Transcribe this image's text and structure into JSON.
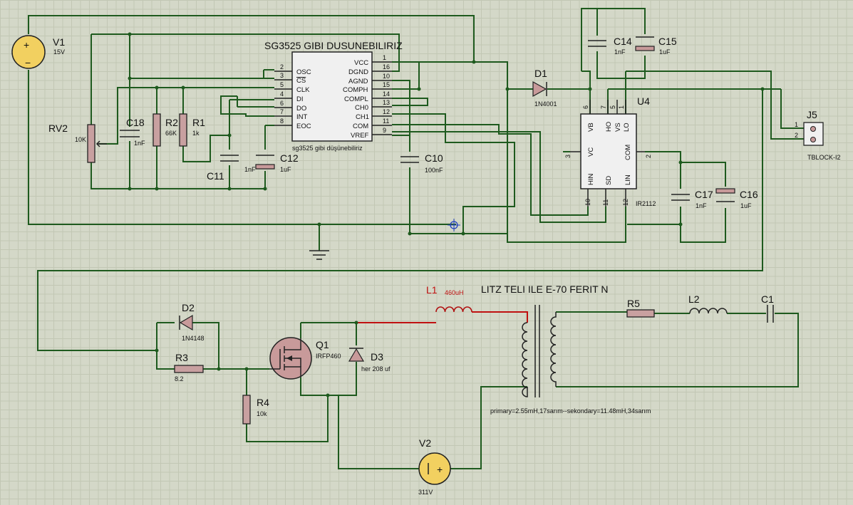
{
  "ic1": {
    "title": "SG3525 GIBI DUSUNEBILIRIZ",
    "caption": "sg3525 gibi düşünebiliriz",
    "left_pins": [
      {
        "num": "2",
        "name": "OSC"
      },
      {
        "num": "3",
        "name": "CS"
      },
      {
        "num": "5",
        "name": "CLK"
      },
      {
        "num": "4",
        "name": "DI"
      },
      {
        "num": "6",
        "name": "DO"
      },
      {
        "num": "7",
        "name": "INT"
      },
      {
        "num": "8",
        "name": "EOC"
      }
    ],
    "right_pins": [
      {
        "num": "1",
        "name": "VCC"
      },
      {
        "num": "16",
        "name": "DGND"
      },
      {
        "num": "10",
        "name": "AGND"
      },
      {
        "num": "15",
        "name": "COMPH"
      },
      {
        "num": "14",
        "name": "COMPL"
      },
      {
        "num": "13",
        "name": "CH0"
      },
      {
        "num": "12",
        "name": "CH1"
      },
      {
        "num": "11",
        "name": "COM"
      },
      {
        "num": "9",
        "name": "VREF"
      }
    ]
  },
  "u4": {
    "ref": "U4",
    "part": "IR2112",
    "pins": {
      "vb": {
        "num": "6",
        "name": "VB"
      },
      "ho": {
        "num": "7",
        "name": "HO"
      },
      "vs": {
        "num": "5",
        "name": "VS"
      },
      "lo": {
        "num": "1",
        "name": "LO"
      },
      "vc": {
        "num": "3",
        "name": "VC"
      },
      "com": {
        "num": "2",
        "name": "COM"
      },
      "hin": {
        "num": "10",
        "name": "HIN"
      },
      "sd": {
        "num": "11",
        "name": "SD"
      },
      "lin": {
        "num": "12",
        "name": "LIN"
      }
    }
  },
  "components": {
    "v1": {
      "ref": "V1",
      "value": "15V"
    },
    "rv2": {
      "ref": "RV2",
      "value": "10K"
    },
    "c18": {
      "ref": "C18",
      "value": "1nF"
    },
    "r2": {
      "ref": "R2",
      "value": "66K"
    },
    "r1": {
      "ref": "R1",
      "value": "1k"
    },
    "c11": {
      "ref": "C11",
      "value": "1nF"
    },
    "c12": {
      "ref": "C12",
      "value": "1uF"
    },
    "c10": {
      "ref": "C10",
      "value": "100nF"
    },
    "d1": {
      "ref": "D1",
      "value": "1N4001"
    },
    "c14": {
      "ref": "C14",
      "value": "1nF"
    },
    "c15": {
      "ref": "C15",
      "value": "1uF"
    },
    "c17": {
      "ref": "C17",
      "value": "1nF"
    },
    "c16": {
      "ref": "C16",
      "value": "1uF"
    },
    "j5": {
      "ref": "J5",
      "value": "TBLOCK-I2",
      "pin1": "1",
      "pin2": "2"
    },
    "d2": {
      "ref": "D2",
      "value": "1N4148"
    },
    "r3": {
      "ref": "R3",
      "value": "8.2"
    },
    "r4": {
      "ref": "R4",
      "value": "10k"
    },
    "q1": {
      "ref": "Q1",
      "value": "IRFP460"
    },
    "d3": {
      "ref": "D3",
      "value": "her 208 uf"
    },
    "l1": {
      "ref": "L1",
      "value": "460uH"
    },
    "v2": {
      "ref": "V2",
      "value": "311V"
    },
    "r5": {
      "ref": "R5",
      "value": ""
    },
    "l2": {
      "ref": "L2",
      "value": ""
    },
    "c1": {
      "ref": "C1",
      "value": ""
    }
  },
  "notes": {
    "ferrite": "LITZ TELI ILE E-70 FERIT N",
    "transformer": "primary=2.55mH,17sarım--sekondary=11.48mH,34sarım"
  },
  "colors": {
    "wire": "#1e5a1e",
    "hot_wire": "#c01010",
    "background": "#d4d8c8"
  }
}
